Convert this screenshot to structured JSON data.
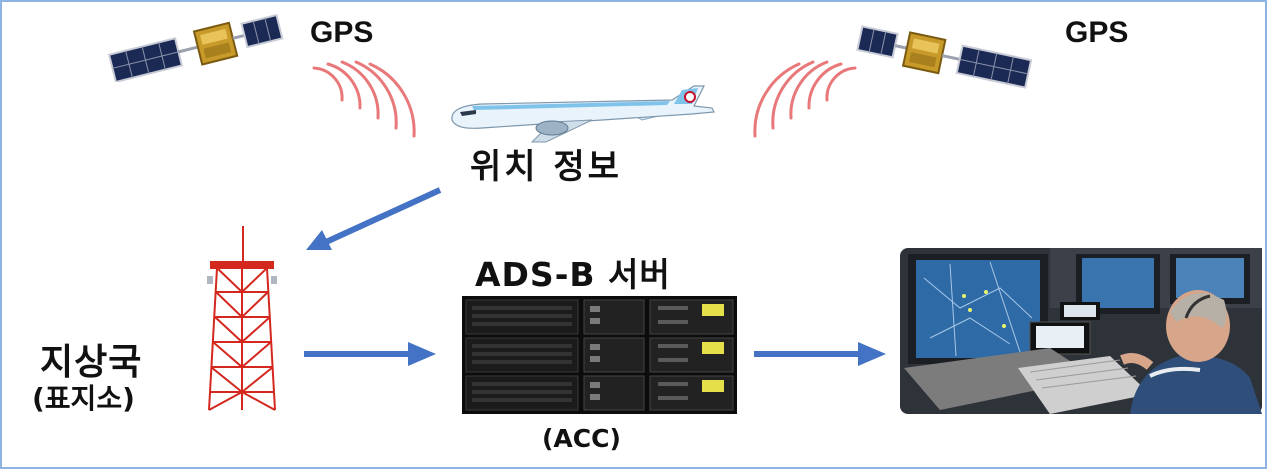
{
  "labels": {
    "gps_left": "GPS",
    "gps_right": "GPS",
    "position_info": "위치 정보",
    "server": "ADS-B 서버",
    "ground_station": "지상국",
    "ground_station_sub": "(표지소)",
    "acc": "(ACC)"
  },
  "colors": {
    "arrow": "#4472c4",
    "signal_waves": "#e8787a",
    "frame_border": "#8eb4e3",
    "tower": "#d4281f",
    "satellite_panel": "#1a2a55",
    "satellite_body": "#c89a2a",
    "aircraft_body": "#e8f3fb",
    "aircraft_stripe": "#7fc3ea"
  },
  "icons": [
    "satellite-left-icon",
    "satellite-right-icon",
    "signal-waves-icon",
    "airplane-icon",
    "radio-tower-icon",
    "server-rack-icon",
    "control-room-photo"
  ]
}
